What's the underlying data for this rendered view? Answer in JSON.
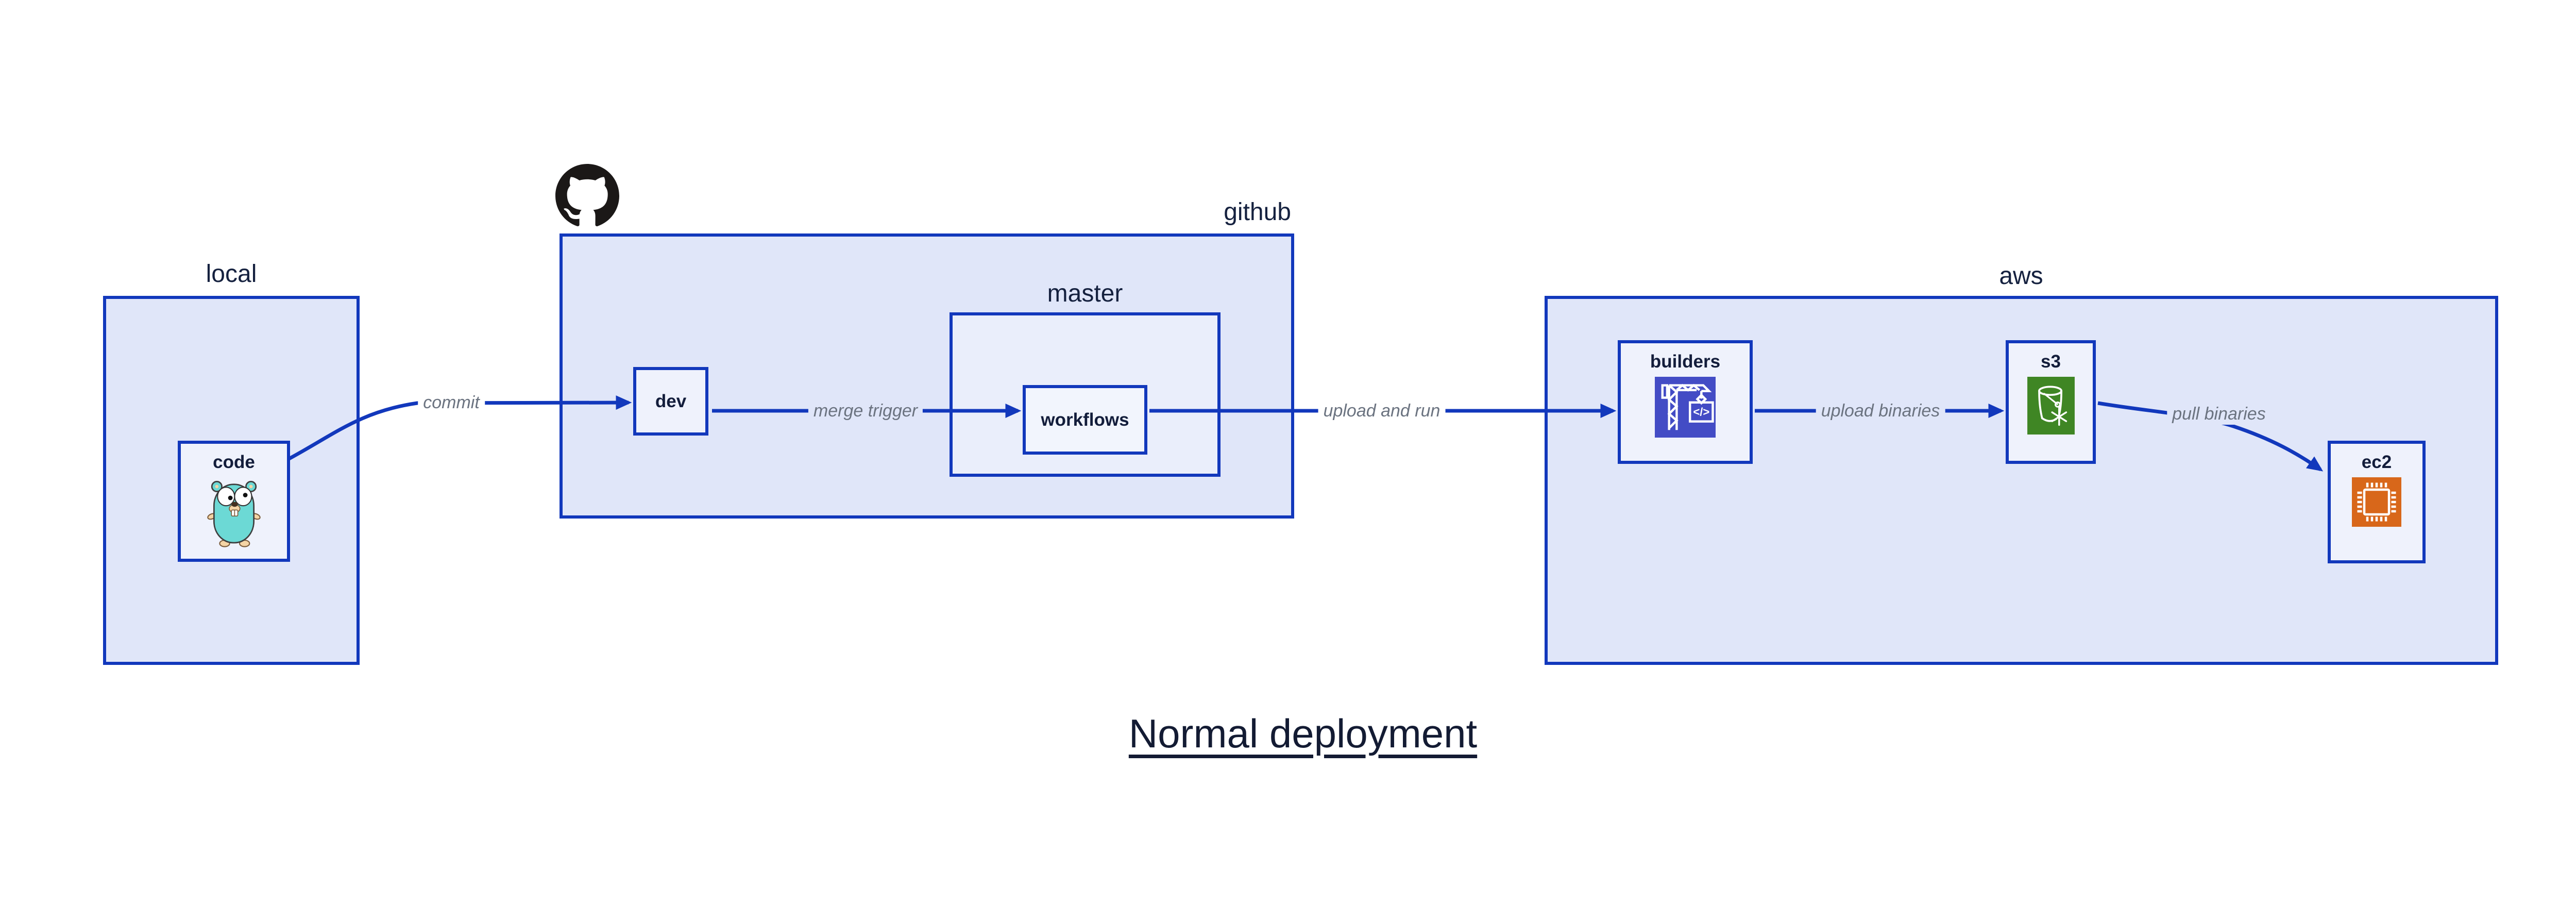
{
  "diagram": {
    "title": "Normal deployment",
    "containers": {
      "local": {
        "label": "local"
      },
      "github": {
        "label": "github"
      },
      "master": {
        "label": "master"
      },
      "aws": {
        "label": "aws"
      }
    },
    "nodes": {
      "code": {
        "label": "code"
      },
      "dev": {
        "label": "dev"
      },
      "workflows": {
        "label": "workflows"
      },
      "builders": {
        "label": "builders"
      },
      "s3": {
        "label": "s3"
      },
      "ec2": {
        "label": "ec2"
      }
    },
    "edges": {
      "commit": {
        "label": "commit"
      },
      "merge_trigger": {
        "label": "merge trigger"
      },
      "upload_and_run": {
        "label": "upload and run"
      },
      "upload_binaries": {
        "label": "upload binaries"
      },
      "pull_binaries": {
        "label": "pull binaries"
      }
    },
    "icons": {
      "github_logo": "github-octocat-logo",
      "code_gopher": "go-gopher-mascot",
      "builders_crane": "build-crane-with-code-box",
      "builders_code_glyph": "</>",
      "s3_bucket": "s3-bucket-with-snowflake",
      "ec2_chip": "cpu-chip"
    },
    "colors": {
      "container_fill": "#e0e6f9",
      "master_fill": "#eaeefb",
      "node_fill": "#eff2fc",
      "border_blue": "#1238bc",
      "label_navy": "#131d3b",
      "edge_label_gray": "#6b7380",
      "builders_icon_bg": "#434cc5",
      "s3_icon_bg": "#3f8624",
      "ec2_icon_bg": "#d8671a",
      "github_logo_black": "#1b1817",
      "gopher_teal": "#6cd9d5"
    }
  }
}
